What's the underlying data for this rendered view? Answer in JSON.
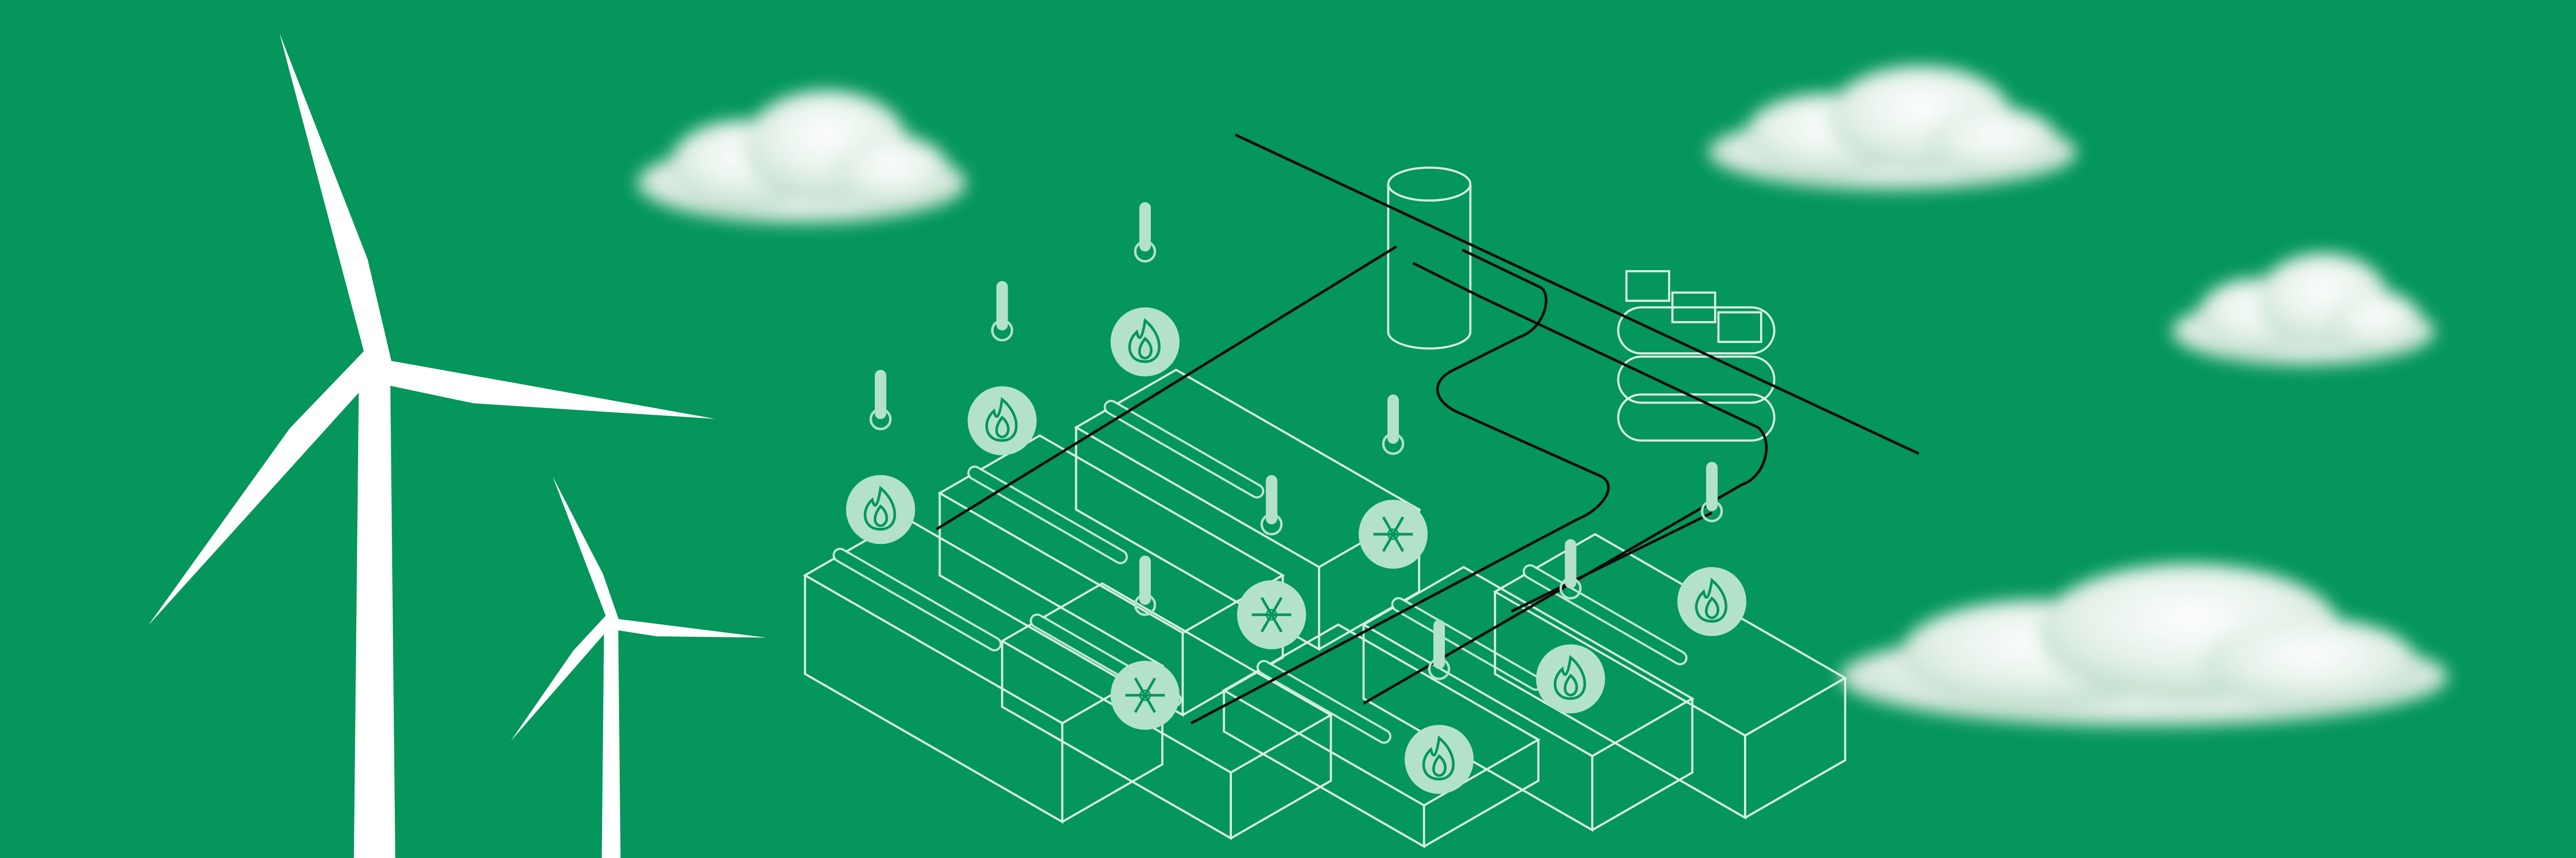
{
  "colors": {
    "background": "#04965b",
    "line_light": "#d8f0e2",
    "pipe": "#0b0b0b",
    "icon_fill": "#b3e2c8",
    "icon_stroke": "#04965b",
    "turbine": "#ffffff",
    "cloud": "#eef6f0"
  },
  "illustration": {
    "turbines": [
      "wind-turbine-large",
      "wind-turbine-small"
    ],
    "clouds": 4,
    "heat_icons": [
      "flame-icon",
      "flame-icon",
      "flame-icon",
      "snowflake-icon",
      "snowflake-icon",
      "snowflake-icon",
      "flame-icon",
      "flame-icon",
      "flame-icon"
    ],
    "thermometers": 9
  }
}
